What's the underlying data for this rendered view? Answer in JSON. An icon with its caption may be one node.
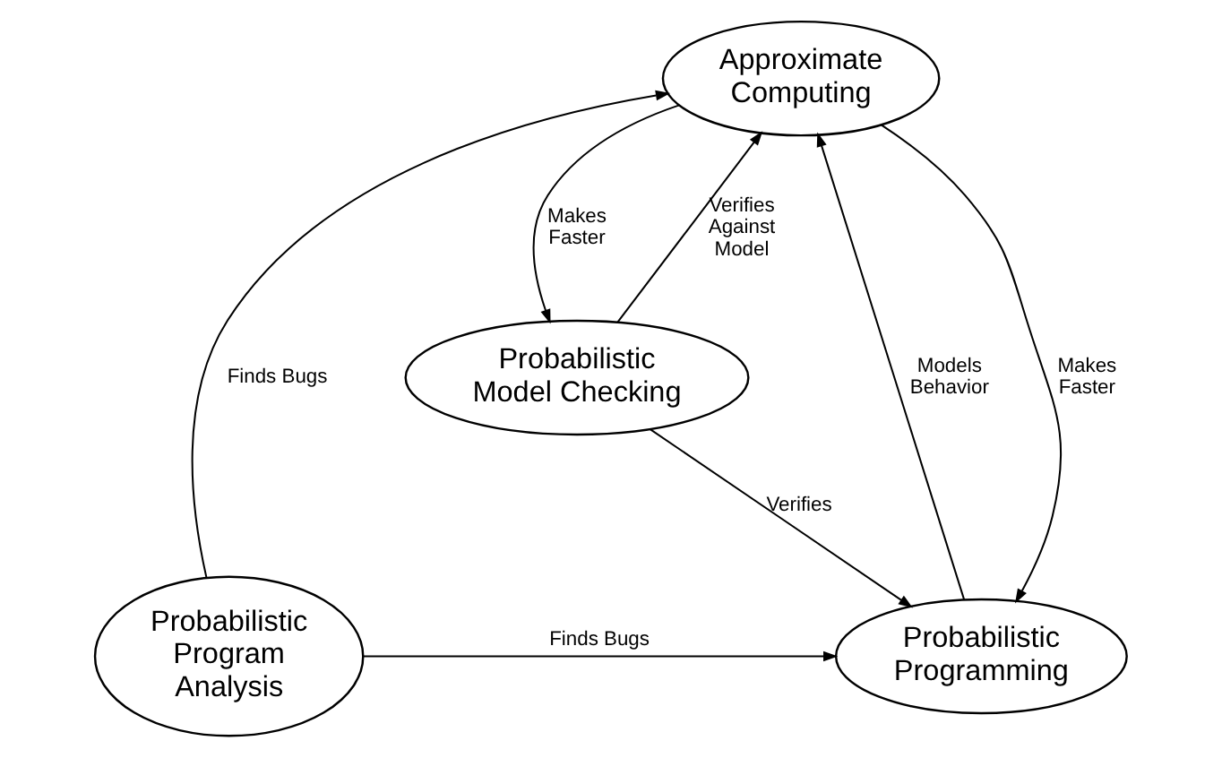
{
  "diagram": {
    "nodes": [
      {
        "text": [
          "Approximate Computing"
        ]
      },
      {
        "text": [
          "Probabilistic Programming"
        ]
      },
      {
        "text": [
          "Probabilistic Program Analysis"
        ]
      },
      {
        "text": [
          "Probabilistic Model Checking"
        ]
      }
    ],
    "edges": [
      {
        "from": 1,
        "to": 0,
        "arrow": "to",
        "label": "Models Behavior"
      },
      {
        "from": 0,
        "to": 1,
        "arrow": "to",
        "label": "Makes Faster"
      },
      {
        "from": 0,
        "to": 3,
        "arrow": "to",
        "label": "Makes Faster"
      },
      {
        "from": 3,
        "to": 0,
        "arrow": "to",
        "label": "Verifies Against Model"
      },
      {
        "from": 2,
        "to": 0,
        "arrow": "to",
        "label": "Finds Bugs"
      },
      {
        "from": 2,
        "to": 1,
        "arrow": "to",
        "label": "Finds Bugs"
      },
      {
        "from": 3,
        "to": 1,
        "arrow": "to",
        "label": "Verifies"
      }
    ]
  }
}
